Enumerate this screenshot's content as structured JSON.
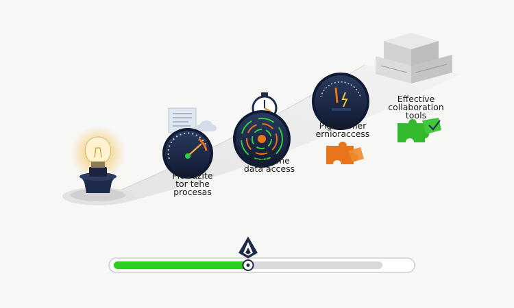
{
  "steps": [
    {
      "label": "Pic vazite\ntor tehe\nprocesas",
      "icon": "speedometer-icon"
    },
    {
      "label": "Real-time\ndata access",
      "icon": "radar-icon"
    },
    {
      "label": "Pigh-temer\nernioraccess",
      "icon": "gauge-icon"
    },
    {
      "label": "Effective\ncollaboration\ntools",
      "icon": "puzzle-icon"
    }
  ],
  "progress": {
    "value": 0.5,
    "colors": {
      "fill": "#2ecc1f",
      "track": "#d9d9d9",
      "marker": "#1e2a4a"
    }
  },
  "colors": {
    "bulb_glow": "#f7b733",
    "dial_navy": "#1e2a4a",
    "puzzle_orange": "#e8741b",
    "puzzle_green": "#33b82e"
  }
}
